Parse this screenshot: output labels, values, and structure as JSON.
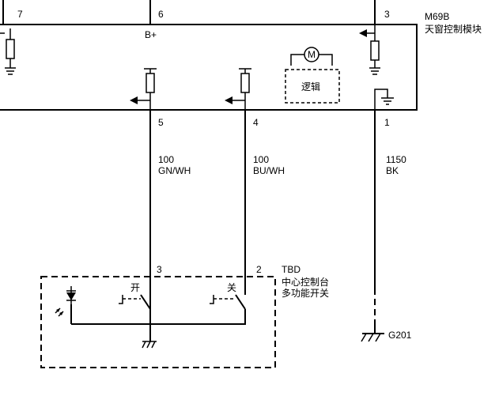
{
  "module": {
    "id": "M69B",
    "name": "天窗控制模块",
    "supply_label": "B+",
    "logic_label": "逻辑",
    "motor_label": "M",
    "pins_top": [
      "7",
      "6",
      "3"
    ],
    "pins_bottom": [
      "5",
      "4",
      "1"
    ]
  },
  "wires": [
    {
      "pin": "5",
      "gauge": "100",
      "color": "GN/WH"
    },
    {
      "pin": "4",
      "gauge": "100",
      "color": "BU/WH"
    },
    {
      "pin": "1",
      "gauge": "1150",
      "color": "BK"
    }
  ],
  "switch": {
    "id": "TBD",
    "name_line1": "中心控制台",
    "name_line2": "多功能开关",
    "pins": [
      "3",
      "2"
    ],
    "open_label": "开",
    "close_label": "关"
  },
  "ground": {
    "id": "G201"
  }
}
